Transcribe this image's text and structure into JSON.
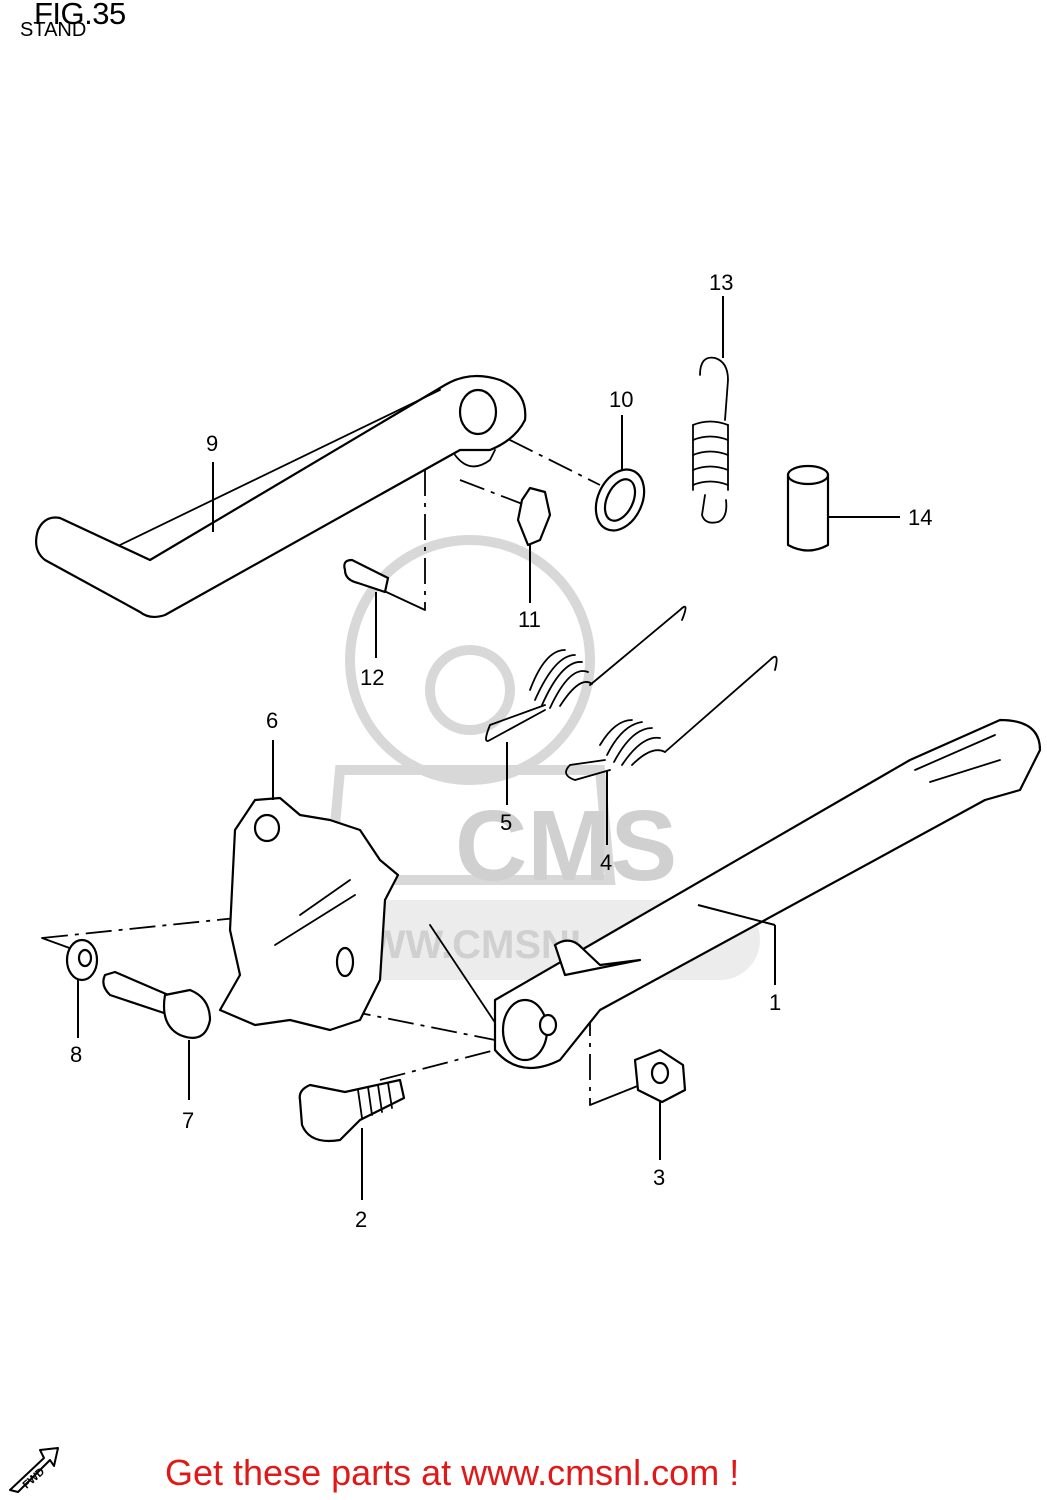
{
  "figure": {
    "title": "FIG.35",
    "subtitle": "STAND"
  },
  "watermark": {
    "brand": "CMS",
    "url": "WWW.CMSNL.COM"
  },
  "parts": [
    {
      "number": "1",
      "name": "stand"
    },
    {
      "number": "2",
      "name": "pivot-bolt"
    },
    {
      "number": "3",
      "name": "nut"
    },
    {
      "number": "4",
      "name": "spring-long"
    },
    {
      "number": "5",
      "name": "spring-short"
    },
    {
      "number": "6",
      "name": "bracket"
    },
    {
      "number": "7",
      "name": "bolt"
    },
    {
      "number": "8",
      "name": "washer"
    },
    {
      "number": "9",
      "name": "lever"
    },
    {
      "number": "10",
      "name": "washer-ring"
    },
    {
      "number": "11",
      "name": "clip"
    },
    {
      "number": "12",
      "name": "screw"
    },
    {
      "number": "13",
      "name": "spring-hook"
    },
    {
      "number": "14",
      "name": "collar"
    }
  ],
  "icons": {
    "forward": "fwd-arrow-icon",
    "forward_label": "FWD"
  },
  "footer": {
    "text": "Get these parts at www.cmsnl.com !"
  },
  "colors": {
    "line": "#000000",
    "footer": "#e01818",
    "watermark": "#d8d8d8"
  }
}
